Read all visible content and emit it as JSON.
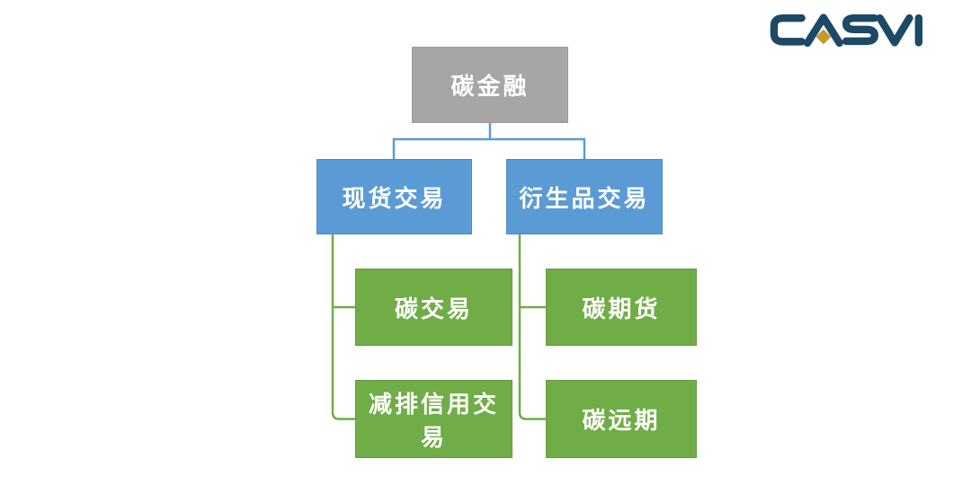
{
  "logo": {
    "text": "CASVI",
    "color": "#1C4966",
    "diamond_color": "#C9992E"
  },
  "diagram": {
    "title_hint": "carbon-finance-hierarchy",
    "root": {
      "label": "碳金融",
      "fill": "#A6A6A6",
      "text_color": "#FFFFFF"
    },
    "level2": [
      {
        "label": "现货交易",
        "fill": "#5B9BD5",
        "parent": "碳金融"
      },
      {
        "label": "衍生品交易",
        "fill": "#5B9BD5",
        "parent": "碳金融"
      }
    ],
    "level3": [
      {
        "label": "碳交易",
        "fill": "#70AD47",
        "parent": "现货交易"
      },
      {
        "label": "减排信用交易",
        "fill": "#70AD47",
        "parent": "现货交易"
      },
      {
        "label": "碳期货",
        "fill": "#70AD47",
        "parent": "衍生品交易"
      },
      {
        "label": "碳远期",
        "fill": "#70AD47",
        "parent": "衍生品交易"
      }
    ],
    "connectors": {
      "root_branch_color": "#5B9BD5",
      "sub_branch_color": "#70AD47"
    }
  }
}
